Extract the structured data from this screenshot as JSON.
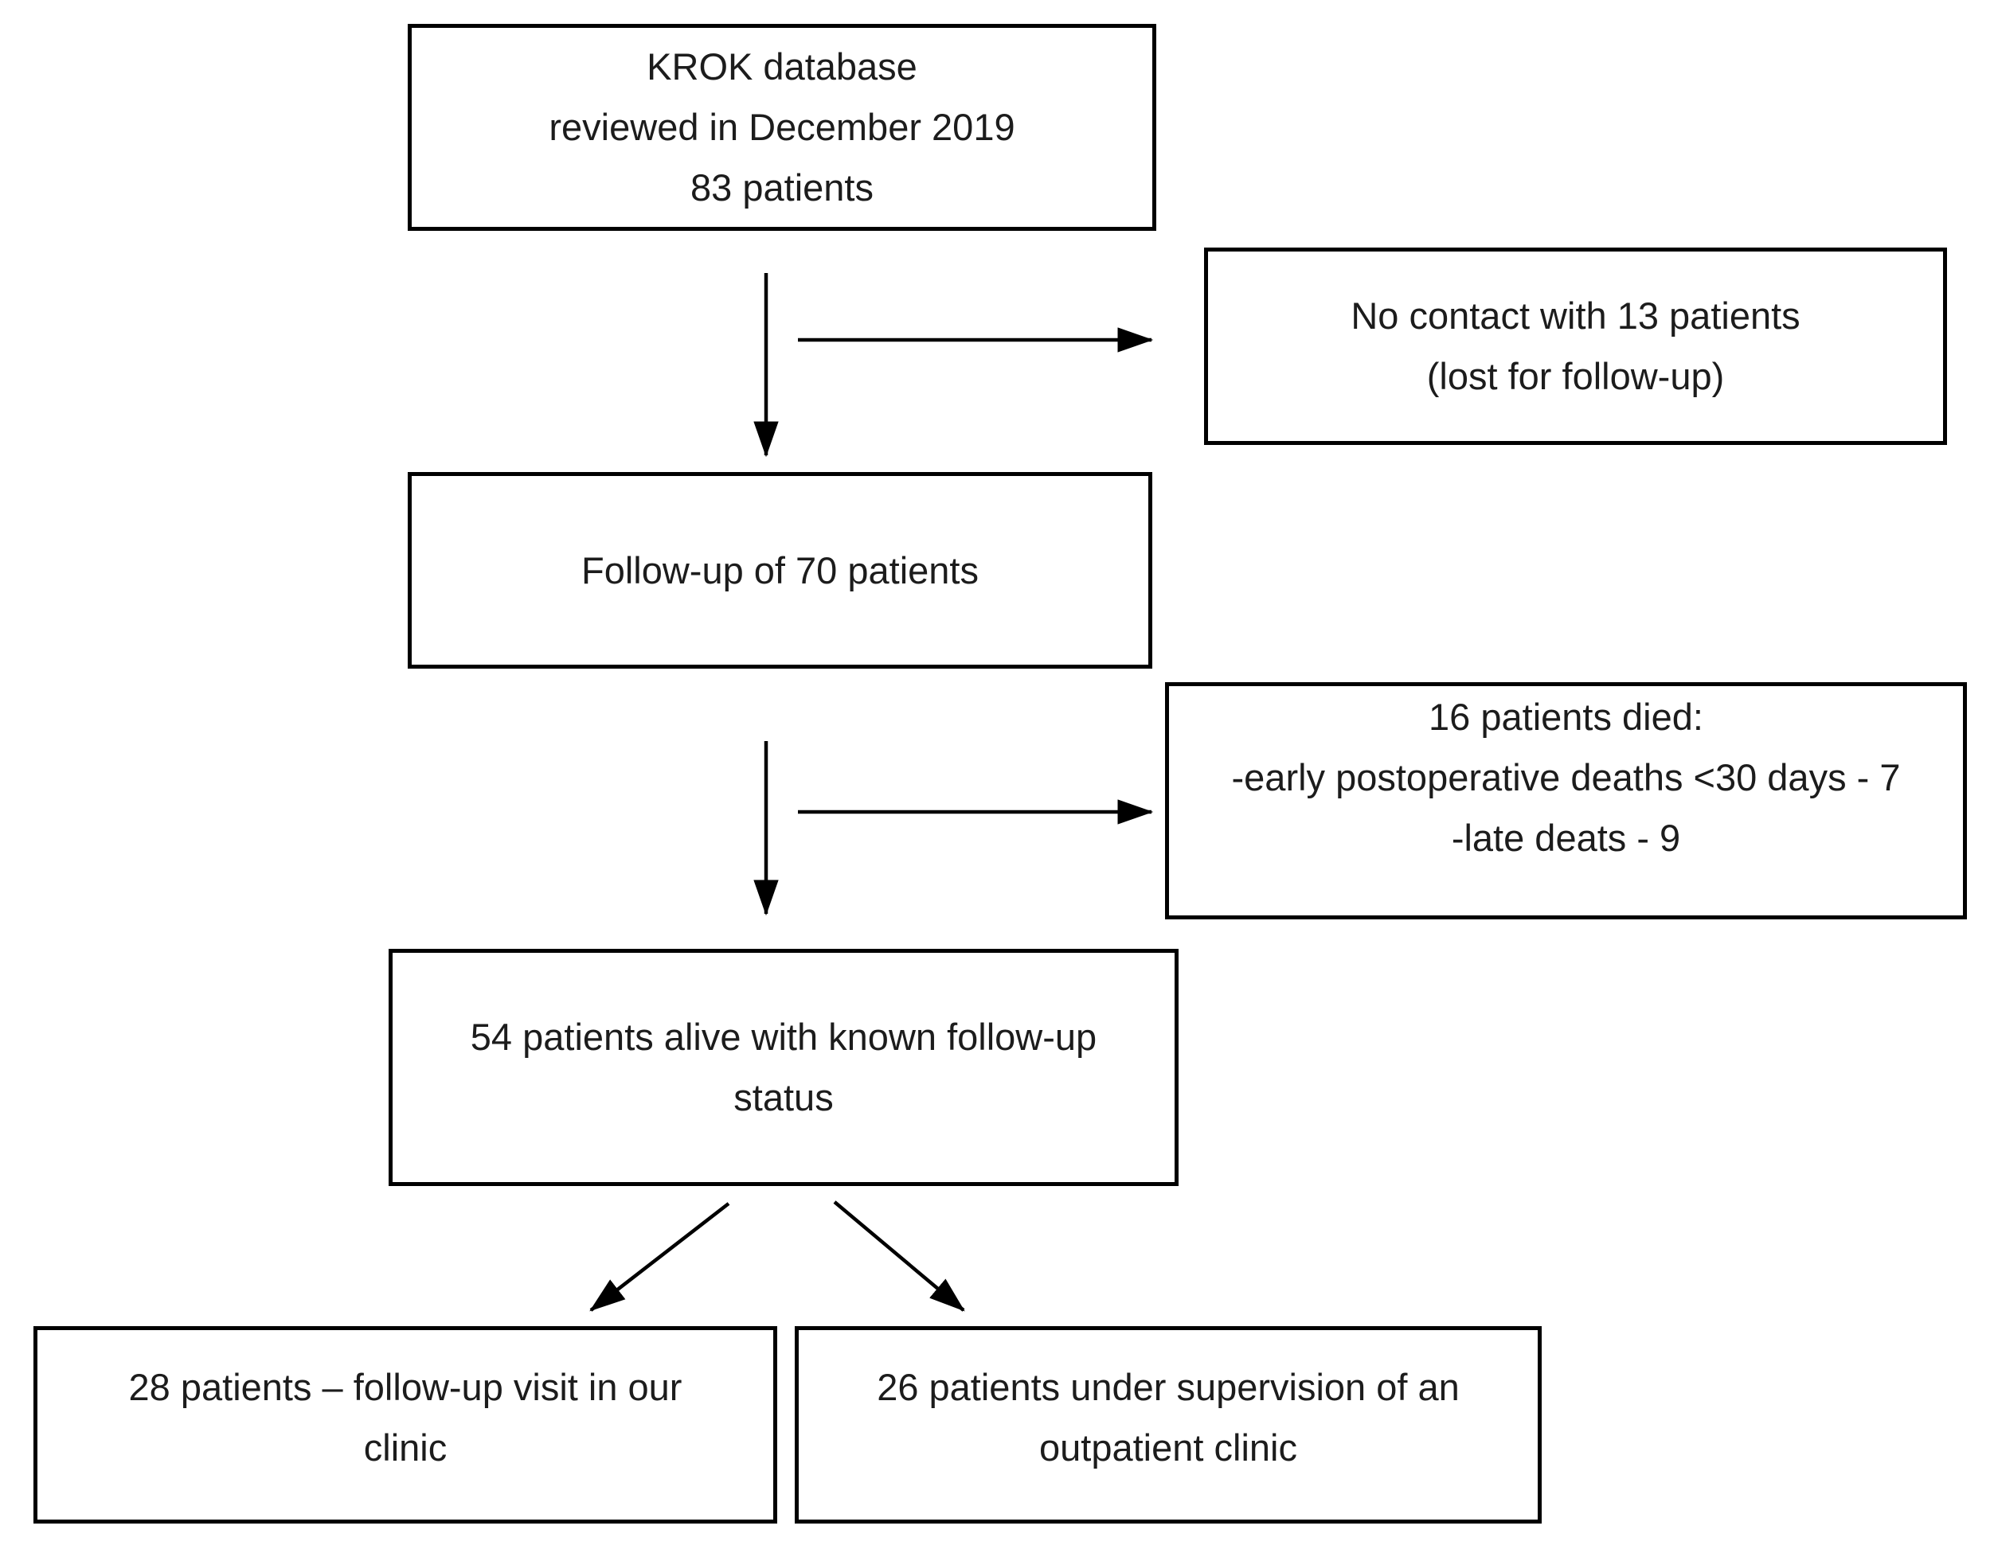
{
  "diagram": {
    "type": "flowchart",
    "background_color": "#ffffff",
    "line_color": "#000000",
    "text_color": "#1c1c1c",
    "nodes": {
      "krok_database": {
        "lines": [
          "KROK database",
          "reviewed in December 2019",
          "83 patients"
        ]
      },
      "no_contact": {
        "lines": [
          "No contact with 13 patients",
          "(lost for follow-up)"
        ]
      },
      "followup_70": {
        "lines": [
          "Follow-up of 70 patients"
        ]
      },
      "patients_died": {
        "lines": [
          "16 patients died:",
          "-early postoperative deaths <30 days - 7",
          "-late deats - 9"
        ]
      },
      "alive_54": {
        "lines": [
          "54 patients alive with known follow-up",
          "status"
        ]
      },
      "clinic_28": {
        "lines": [
          "28 patients – follow-up visit in our",
          "clinic"
        ]
      },
      "outpatient_26": {
        "lines": [
          "26 patients under supervision of an",
          "outpatient clinic"
        ]
      }
    },
    "connections": [
      {
        "from": "krok_database",
        "to": "followup_70",
        "style": "vertical-arrow"
      },
      {
        "from": "krok_database",
        "to": "no_contact",
        "style": "horizontal-branch-arrow"
      },
      {
        "from": "followup_70",
        "to": "alive_54",
        "style": "vertical-arrow"
      },
      {
        "from": "followup_70",
        "to": "patients_died",
        "style": "horizontal-branch-arrow"
      },
      {
        "from": "alive_54",
        "to": "clinic_28",
        "style": "diagonal-arrow"
      },
      {
        "from": "alive_54",
        "to": "outpatient_26",
        "style": "diagonal-arrow"
      }
    ]
  }
}
